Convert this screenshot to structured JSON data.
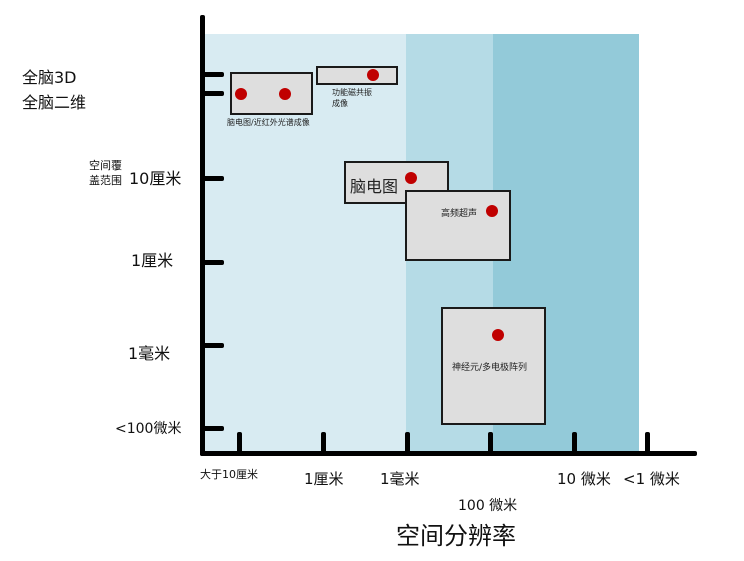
{
  "chart_data": {
    "type": "scatter",
    "title": "",
    "xlabel": "空间分辨率",
    "ylabel": "空间覆盖范围",
    "x_ticks": [
      "大于10厘米",
      "1厘米",
      "1毫米",
      "100 微米",
      "10 微米",
      "<1 微米"
    ],
    "y_ticks": [
      "全脑3D",
      "全脑二维",
      "10厘米",
      "1厘米",
      "1毫米",
      "<100微米"
    ],
    "background_bands": [
      {
        "from": "大于10厘米",
        "to": "1毫米",
        "color": "#d8ebf2"
      },
      {
        "from": "1毫米",
        "to": "100 微米",
        "color": "#b5dbe6"
      },
      {
        "from": "100 微米",
        "to": "10 微米",
        "color": "#93cad9"
      }
    ],
    "series": [
      {
        "name": "脑电图/近红外光谱成像",
        "x_range": [
          "大于10厘米",
          "1厘米"
        ],
        "y_range": [
          "全脑3D",
          "全脑二维"
        ],
        "points": [
          {
            "x": "大于10厘米",
            "y": "全脑二维"
          },
          {
            "x": "1厘米",
            "y": "全脑二维"
          }
        ]
      },
      {
        "name": "功能磁共振成像",
        "x_range": [
          "1厘米",
          "1毫米"
        ],
        "y_range": [
          "全脑3D",
          "全脑3D"
        ],
        "points": [
          {
            "x": "1毫米",
            "y": "全脑3D"
          }
        ]
      },
      {
        "name": "脑电图",
        "x_range": [
          "1厘米",
          "1毫米"
        ],
        "y_range": [
          "10厘米",
          "1厘米"
        ],
        "points": [
          {
            "x": "1毫米",
            "y": "10厘米"
          }
        ]
      },
      {
        "name": "高频超声",
        "x_range": [
          "1毫米",
          "100 微米"
        ],
        "y_range": [
          "10厘米",
          "1厘米"
        ],
        "points": [
          {
            "x": "100 微米",
            "y": "10厘米"
          }
        ]
      },
      {
        "name": "神经元/多电极阵列",
        "x_range": [
          "100 微米",
          "10 微米"
        ],
        "y_range": [
          "1毫米",
          "<100微米"
        ],
        "points": [
          {
            "x": "100 微米",
            "y": "1毫米"
          }
        ]
      }
    ],
    "colors": {
      "point": "#c00000",
      "box_fill": "#dedede",
      "box_border": "#1a1a1a"
    }
  },
  "labels": {
    "y": {
      "whole3d": "全脑3D",
      "whole2d": "全脑二维",
      "coverage_line1": "空间覆",
      "coverage_line2": "盖范围",
      "cm10": "10厘米",
      "cm1": "1厘米",
      "mm1": "1毫米",
      "um100": "<100微米"
    },
    "x": {
      "gt10cm": "大于10厘米",
      "cm1": "1厘米",
      "mm1": "1毫米",
      "um100": "100 微米",
      "um10": "10 微米",
      "lt1um": "<1 微米"
    },
    "xaxis_title": "空间分辨率"
  },
  "boxes": {
    "eeg_nirs": "脑电图/近红外光谱成像",
    "fmri_line1": "功能磁共振",
    "fmri_line2": "成像",
    "eeg": "脑电图",
    "ultrasound": "高频超声",
    "neuron": "神经元/多电极阵列"
  }
}
